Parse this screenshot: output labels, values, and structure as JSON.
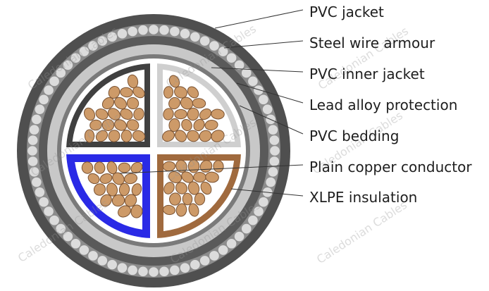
{
  "labels": [
    {
      "id": "pvc-jacket",
      "text": "PVC jacket"
    },
    {
      "id": "steel-wire-armour",
      "text": "Steel wire armour"
    },
    {
      "id": "pvc-inner-jacket",
      "text": "PVC inner jacket"
    },
    {
      "id": "lead-alloy-protection",
      "text": "Lead alloy protection"
    },
    {
      "id": "pvc-bedding",
      "text": "PVC bedding"
    },
    {
      "id": "plain-copper-conductor",
      "text": "Plain copper conductor"
    },
    {
      "id": "xlpe-insulation",
      "text": "XLPE insulation"
    }
  ],
  "watermark": "Caledonian Cables",
  "colors": {
    "jacket": "#4f4f4f",
    "armour_wire": "#dcdcdc",
    "inner_jacket": "#5a5a5a",
    "lead_alloy": "#c8c8c8",
    "bedding": "#7a7a7a",
    "copper": "#cd9a68",
    "core_black": "#404040",
    "core_grey": "#cfcfcf",
    "core_blue": "#2a2ae6",
    "core_brown": "#a06a3e",
    "leader_line": "#333333"
  }
}
